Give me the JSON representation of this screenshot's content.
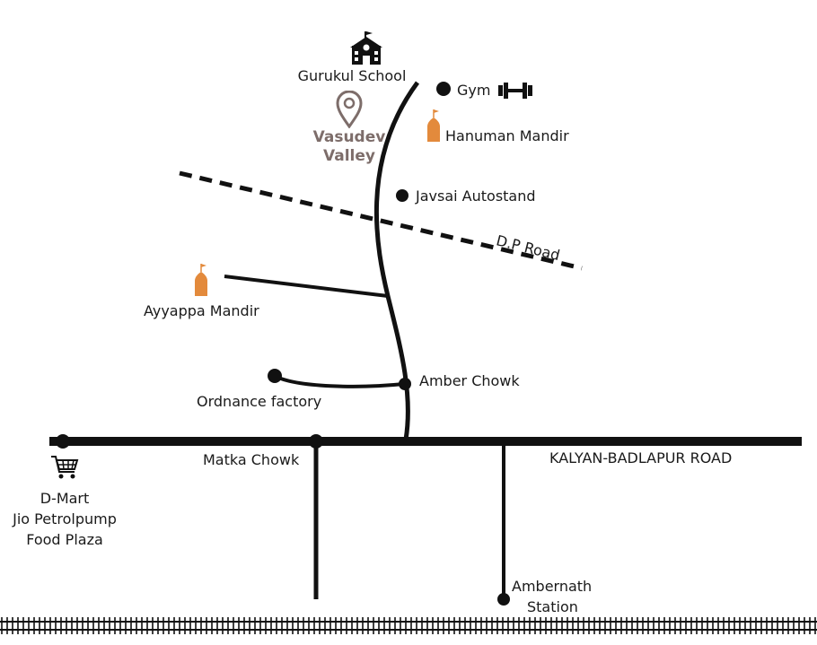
{
  "map": {
    "roads": {
      "main_road": "KALYAN-BADLAPUR ROAD",
      "dp_road": "D.P Road"
    },
    "places": {
      "gurukul_school": "Gurukul School",
      "gym": "Gym",
      "hanuman_mandir": "Hanuman Mandir",
      "javsai_autostand": "Javsai Autostand",
      "ayyappa_mandir": "Ayyappa Mandir",
      "ordnance_factory": "Ordnance factory",
      "amber_chowk": "Amber Chowk",
      "matka_chowk": "Matka Chowk",
      "dmart_lines": [
        "D-Mart",
        "Jio Petrolpump",
        "Food Plaza"
      ],
      "ambernath_lines": [
        "Ambernath",
        "Station"
      ]
    },
    "project": {
      "name_lines": [
        "Vasudev",
        "Valley"
      ]
    },
    "icons": {
      "school": "school-icon",
      "gym": "dumbbell-icon",
      "temple": "temple-icon",
      "pin": "location-pin-icon",
      "cart": "shopping-cart-icon",
      "rail": "railway-track-icon"
    },
    "colors": {
      "road": "#111111",
      "temple": "#e38a3c",
      "pin": "#7d6d6a",
      "background": "#ffffff"
    }
  }
}
